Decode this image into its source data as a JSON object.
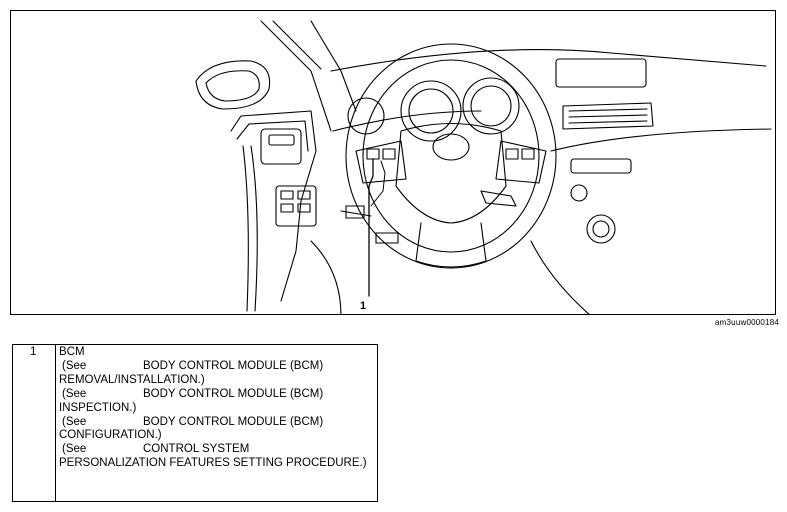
{
  "figure": {
    "callout": "1",
    "figure_id": "am3uuw0000184"
  },
  "legend": {
    "number": "1",
    "title": "BCM",
    "references": [
      {
        "see": "(See",
        "line1": "BODY CONTROL MODULE (BCM)",
        "line2": "REMOVAL/INSTALLATION.)"
      },
      {
        "see": "(See",
        "line1": "BODY CONTROL MODULE (BCM)",
        "line2": "INSPECTION.)"
      },
      {
        "see": "(See",
        "line1": "BODY CONTROL MODULE (BCM)",
        "line2": "CONFIGURATION.)"
      },
      {
        "see": "(See",
        "line1": "CONTROL SYSTEM",
        "line2": "PERSONALIZATION FEATURES SETTING PROCEDURE.)"
      }
    ]
  }
}
